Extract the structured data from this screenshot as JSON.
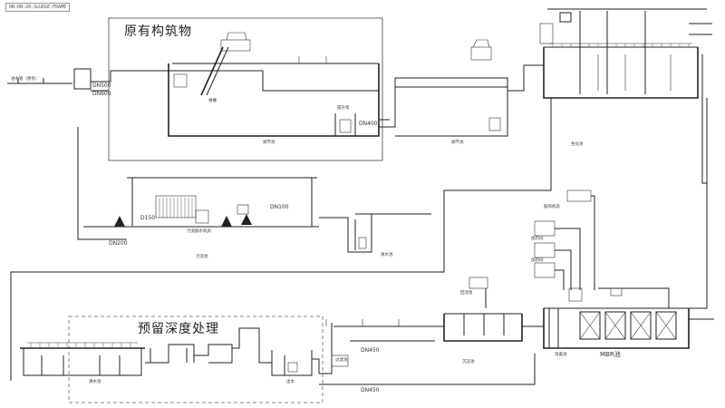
{
  "header": {
    "tag": "DN-DN-20-SLUDGE-FRAME"
  },
  "regions": {
    "existing": {
      "title": "原有构筑物"
    },
    "reserved": {
      "title": "预留深度处理"
    }
  },
  "labels": {
    "dn500": "DN500",
    "dn600": "DN600",
    "dn400": "DN400",
    "dn100": "DN100",
    "dn200": "DN200",
    "dn450_a": "DN450",
    "dn450_b": "DN450",
    "d150": "D150",
    "mbr": "MBR池",
    "inflow": "进水管（原有）",
    "grille": "格栅",
    "pump1": "提升泵",
    "pool1": "调节池",
    "pool2": "调节池",
    "sludge": "污泥池",
    "bio": "生化池",
    "equip": "污泥脱水机房",
    "tank1": "清水池",
    "tank2": "消毒池",
    "r1": "沉淀池",
    "r2": "过滤池",
    "r3": "清水池",
    "r4": "出水",
    "m1": "鼓风机房",
    "m2": "加药间",
    "m3": "加药间",
    "m4": "回流泵"
  }
}
